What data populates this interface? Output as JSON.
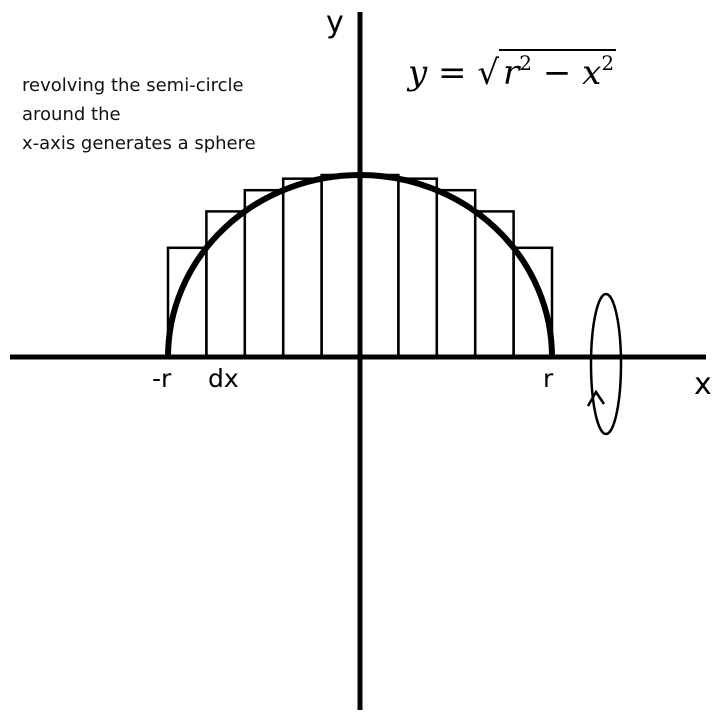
{
  "note": {
    "line1": "revolving the semi-circle",
    "line2": "around the",
    "line3": "x-axis generates a sphere"
  },
  "axes": {
    "x_label": "x",
    "y_label": "y"
  },
  "ticks": {
    "neg_r": "-r",
    "dx": "dx",
    "r": "r"
  },
  "equation": {
    "lhs": "y",
    "eq": "=",
    "radical": "√",
    "r": "r",
    "exp": "2",
    "minus": "−",
    "x": "x"
  },
  "rectangles": {
    "count": 10,
    "x_domain": [
      -1,
      1
    ]
  },
  "colors": {
    "stroke": "#000000",
    "background": "#ffffff"
  }
}
